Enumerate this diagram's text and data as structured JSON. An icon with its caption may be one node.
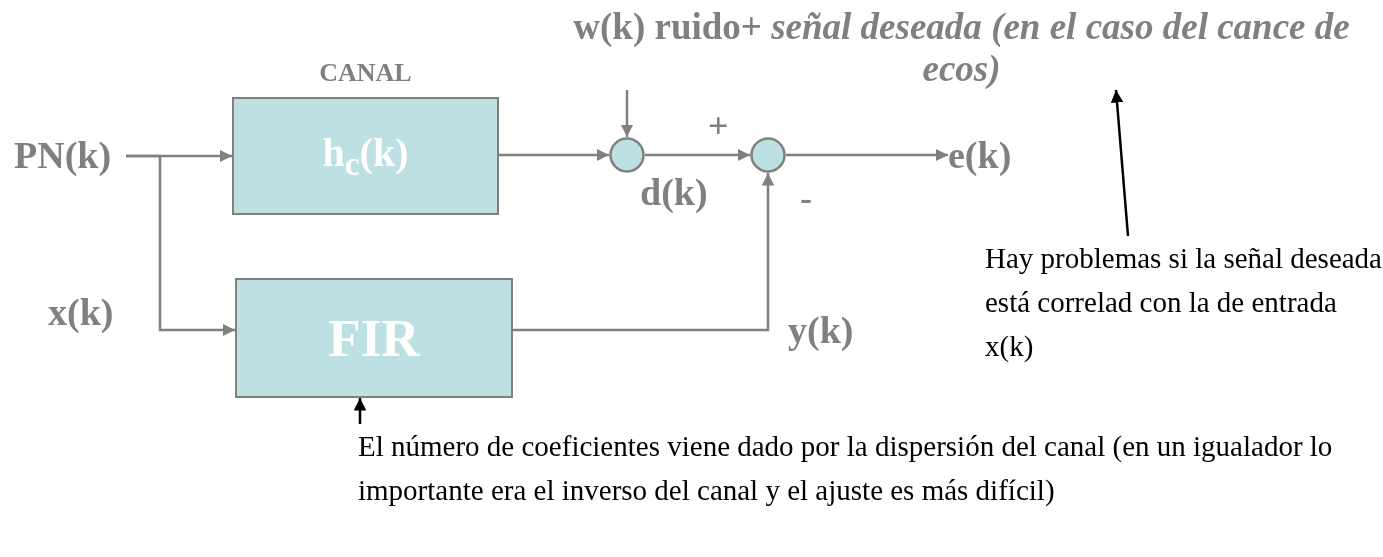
{
  "diagram": {
    "nodes": [
      {
        "text": [
          "PN(k)"
        ]
      },
      {
        "text": [
          "CANAL",
          "h$_{c}$(k)"
        ]
      },
      {
        "text": [
          "FIR"
        ]
      },
      {
        "text": [],
        "shape": "circle"
      },
      {
        "text": [],
        "shape": "circle"
      },
      {
        "text": [
          "w(k) ruido+ *señal deseada* *(en el caso del cance de ecos)*"
        ]
      },
      {
        "text": [
          "e(k)"
        ]
      },
      {
        "text": [
          "Hay problemas si la señal deseada está correlad con la de entrada x(k)"
        ]
      },
      {
        "text": [
          "El número de coeficientes viene dado por la dispersión del canal (en un igualador lo importante era el inverso del canal y el ajuste es más difícil)"
        ]
      }
    ],
    "edges": [
      {
        "from": 0,
        "to": 1,
        "arrow": "to"
      },
      {
        "from": 0,
        "to": 2,
        "arrow": "to",
        "label": "x(k)"
      },
      {
        "from": 1,
        "to": 3,
        "arrow": "to"
      },
      {
        "from": 5,
        "to": 3,
        "arrow": "to"
      },
      {
        "from": 3,
        "to": 4,
        "arrow": "to",
        "label": "d(k)"
      },
      {
        "from": 4,
        "to": 6,
        "arrow": "to"
      },
      {
        "from": 2,
        "to": 4,
        "arrow": "to",
        "label": "y(k)"
      },
      {
        "from": 7,
        "to": 5,
        "arrow": "to",
        "color": "#000000"
      },
      {
        "from": 8,
        "to": 2,
        "arrow": "to",
        "color": "#000000"
      }
    ],
    "labels": [
      "+",
      "-"
    ]
  }
}
